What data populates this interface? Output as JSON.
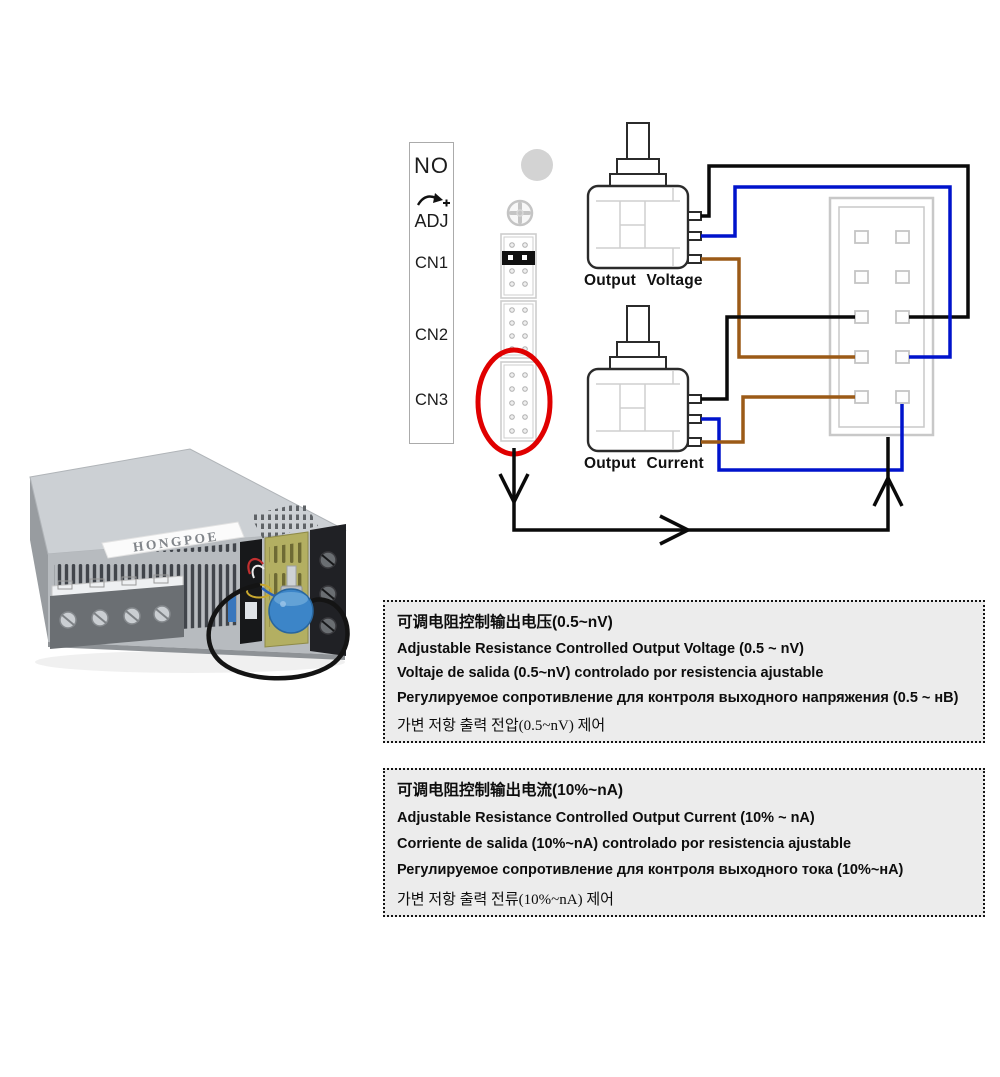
{
  "photo": {
    "brand": "HONGPOE"
  },
  "diagram": {
    "labels": {
      "no": "NO",
      "adj": "ADJ",
      "cn1": "CN1",
      "cn2": "CN2",
      "cn3": "CN3"
    },
    "pot_voltage_label": "Output Voltage",
    "pot_current_label": "Output Current",
    "colors": {
      "wire_black": "#0a0a0a",
      "wire_blue": "#0013cc",
      "wire_brown": "#9b5a17",
      "highlight_red": "#e00000"
    }
  },
  "info_boxes": [
    {
      "id": "voltage-info",
      "lines": [
        "可调电阻控制输出电压(0.5~nV)",
        "Adjustable Resistance Controlled Output Voltage (0.5 ~ nV)",
        "Voltaje de salida (0.5~nV) controlado por resistencia ajustable",
        "Регулируемое сопротивление для контроля выходного напряжения (0.5 ~ нВ)",
        "가변 저항 출력 전압(0.5~nV) 제어"
      ]
    },
    {
      "id": "current-info",
      "lines": [
        "可调电阻控制输出电流(10%~nA)",
        "Adjustable Resistance Controlled Output Current (10% ~ nA)",
        "Corriente de salida (10%~nA) controlado por resistencia ajustable",
        "Регулируемое сопротивление для контроля выходного тока (10%~нА)",
        "가변 저항 출력 전류(10%~nA) 제어"
      ]
    }
  ]
}
